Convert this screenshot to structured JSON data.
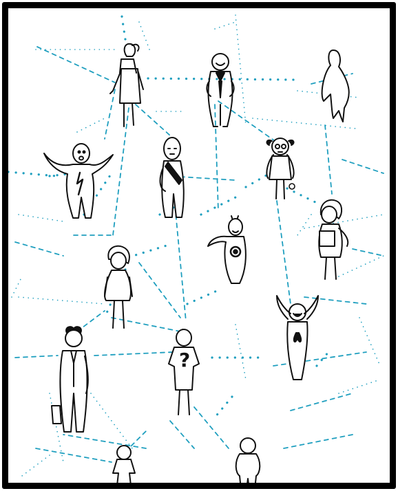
{
  "illustration": {
    "colors": {
      "background": "#ffffff",
      "border": "#000000",
      "ink": "#111111",
      "connection": "#1f9fbf"
    },
    "figures": [
      {
        "id": "ponytail-woman"
      },
      {
        "id": "tie-man"
      },
      {
        "id": "ghost-outline"
      },
      {
        "id": "lightning-man"
      },
      {
        "id": "sling-arm-man"
      },
      {
        "id": "pigtail-girl"
      },
      {
        "id": "bob-hair-woman"
      },
      {
        "id": "target-man"
      },
      {
        "id": "short-hair-woman"
      },
      {
        "id": "ribbon-cheering-man"
      },
      {
        "id": "suit-man"
      },
      {
        "id": "question-mark-man"
      },
      {
        "id": "child-left"
      },
      {
        "id": "child-right"
      }
    ]
  }
}
